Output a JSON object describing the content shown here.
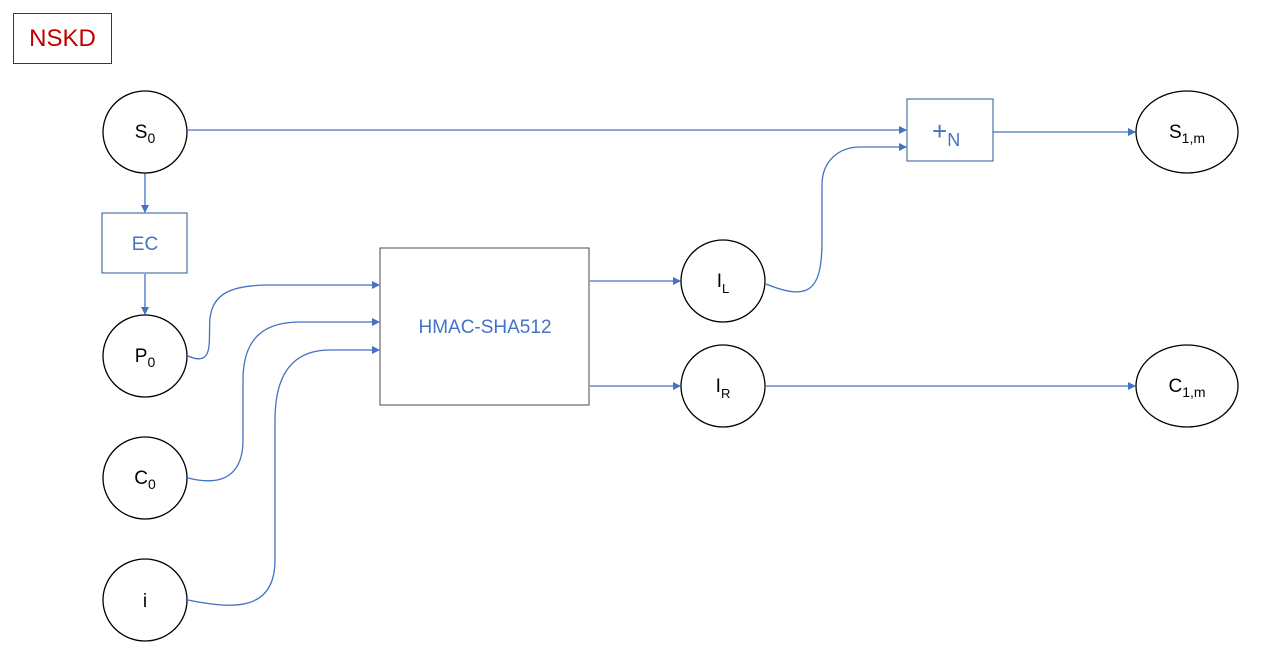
{
  "tag": {
    "label": "NSKD",
    "color": "#c00000"
  },
  "colors": {
    "edge": "#4472c4",
    "box_text": "#4472c4",
    "node_border": "#000000"
  },
  "nodes": {
    "s0": {
      "main": "S",
      "sub": "0"
    },
    "p0": {
      "main": "P",
      "sub": "0"
    },
    "c0": {
      "main": "C",
      "sub": "0"
    },
    "i": {
      "main": "i",
      "sub": ""
    },
    "il": {
      "main": "I",
      "sub": "L"
    },
    "ir": {
      "main": "I",
      "sub": "R"
    },
    "s1m": {
      "main": "S",
      "sub": "1,m"
    },
    "c1m": {
      "main": "C",
      "sub": "1,m"
    }
  },
  "boxes": {
    "ec": {
      "label": "EC"
    },
    "hmac": {
      "label": "HMAC-SHA512"
    },
    "plus": {
      "main": "+",
      "sub": "N"
    }
  }
}
